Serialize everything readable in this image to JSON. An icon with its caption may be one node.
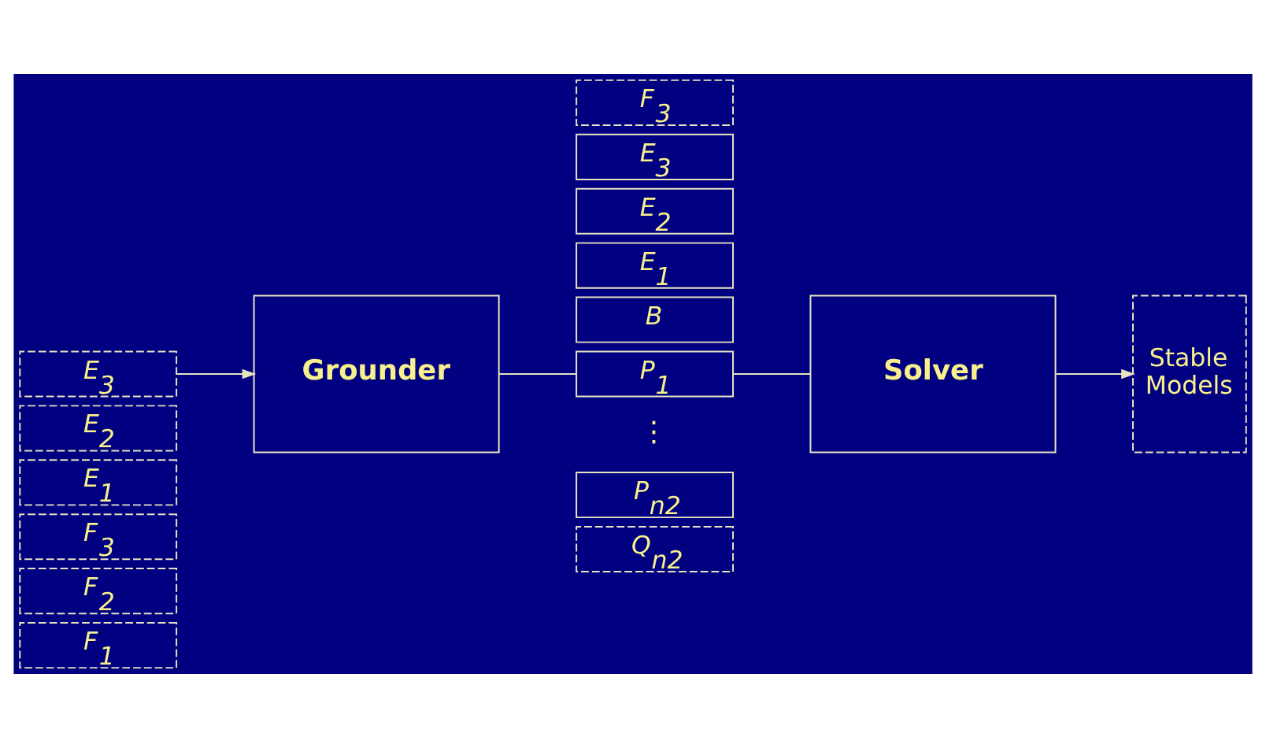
{
  "diagram": {
    "nodes": [
      {
        "text": [
          "Grounder"
        ]
      },
      {
        "text": [
          "F$_{3}$"
        ]
      },
      {
        "text": [
          "E$_{3}$"
        ]
      },
      {
        "text": [
          "E$_{2}$"
        ]
      },
      {
        "text": [
          "E$_{1}$"
        ]
      },
      {
        "text": [
          "B"
        ]
      },
      {
        "text": [
          "P$_{1}$"
        ]
      },
      {
        "text": [
          "P$_{n2}$"
        ]
      },
      {
        "text": [
          "Q$_{n2}$"
        ]
      },
      {
        "text": [
          "Solver"
        ]
      },
      {
        "text": [
          "Stable Models"
        ]
      },
      {
        "text": [
          "E$_{3}$"
        ]
      },
      {
        "text": [
          "E$_{2}$"
        ]
      },
      {
        "text": [
          "E$_{1}$"
        ]
      },
      {
        "text": [
          "F$_{3}$"
        ]
      },
      {
        "text": [
          "F$_{2}$"
        ]
      },
      {
        "text": [
          "F$_{1}$"
        ]
      }
    ],
    "edges": [
      {
        "from": 0,
        "to": 6,
        "arrow": "none"
      },
      {
        "from": 6,
        "to": 9,
        "arrow": "none"
      },
      {
        "from": 9,
        "to": 10,
        "arrow": "to"
      },
      {
        "from": 11,
        "to": 0,
        "arrow": "to"
      }
    ],
    "labels": [
      "⋮"
    ]
  }
}
